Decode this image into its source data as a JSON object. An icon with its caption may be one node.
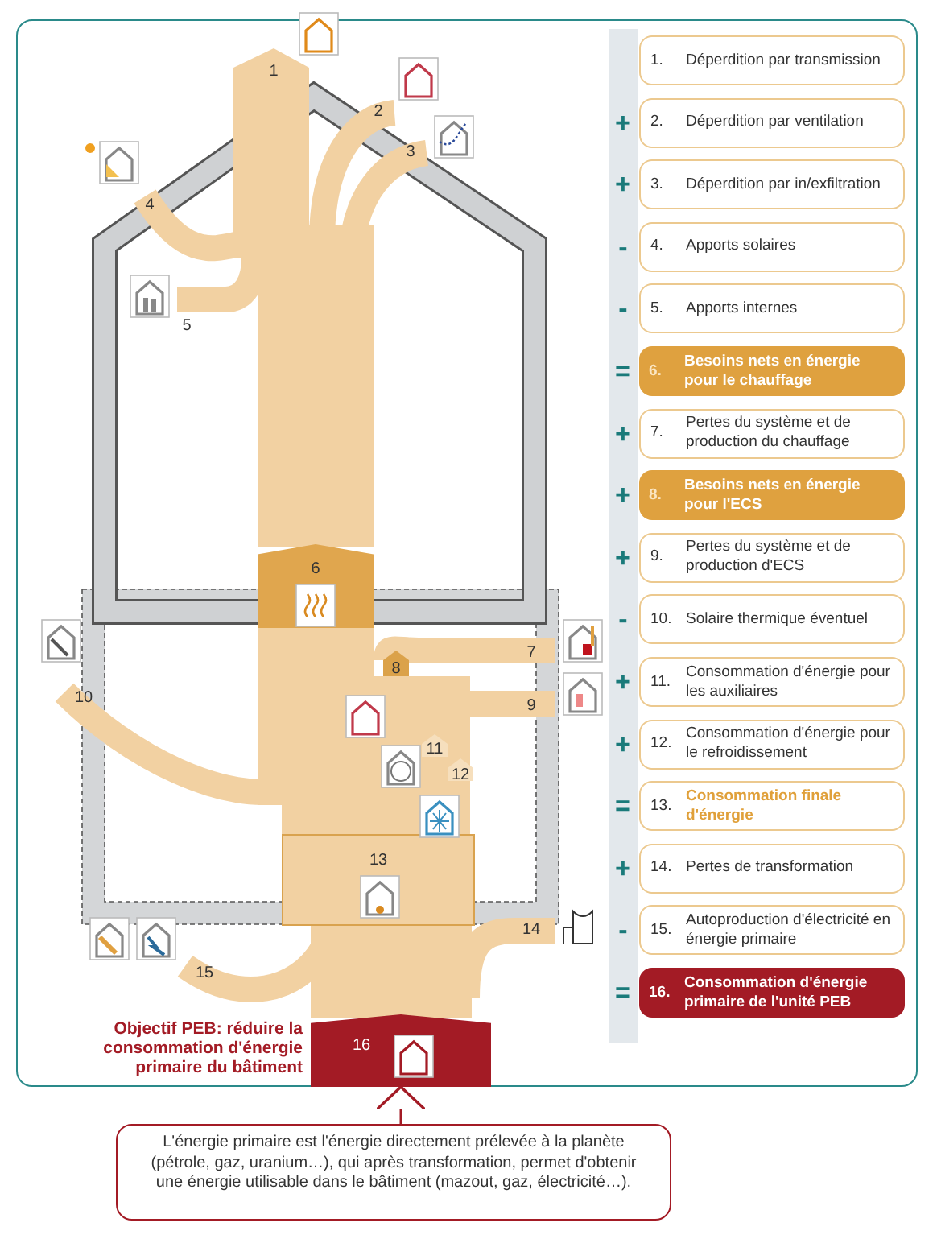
{
  "diagram": {
    "nodes": [
      {
        "text": [
          "1.",
          "Déperdition par transmission"
        ]
      },
      {
        "text": [
          "2.",
          "Déperdition par ventilation"
        ]
      },
      {
        "text": [
          "3.",
          "Déperdition par in/exfiltration"
        ]
      },
      {
        "text": [
          "4.",
          "Apports solaires"
        ]
      },
      {
        "text": [
          "5.",
          "Apports internes"
        ]
      },
      {
        "text": [
          "6.",
          "Besoins nets en énergie pour le chauffage"
        ]
      },
      {
        "text": [
          "7.",
          "Pertes du système et de production du chauffage"
        ]
      },
      {
        "text": [
          "8.",
          "Besoins nets en énergie pour l'ECS"
        ]
      },
      {
        "text": [
          "9.",
          "Pertes du système et de production d'ECS"
        ]
      },
      {
        "text": [
          "10.",
          "Solaire thermique éventuel"
        ]
      },
      {
        "text": [
          "11.",
          "Consommation d'énergie pour les auxiliaires"
        ]
      },
      {
        "text": [
          "12.",
          "Consommation d'énergie pour le refroidissement"
        ]
      },
      {
        "text": [
          "13.",
          "Consommation finale d'énergie"
        ]
      },
      {
        "text": [
          "14.",
          "Pertes de transformation"
        ]
      },
      {
        "text": [
          "15.",
          "Autoproduction d'électricité en énergie primaire"
        ]
      },
      {
        "text": [
          "16.",
          "Consommation d'énergie primaire de l'unité PEB"
        ]
      },
      {
        "text": [
          "6"
        ]
      },
      {
        "text": [
          "13"
        ]
      },
      {
        "text": [
          "16"
        ]
      },
      {
        "text": [
          "L'énergie primaire est l'énergie directement prélevée à la planète (pétrole, gaz, uranium…), qui après transformation, permet d'obtenir une énergie utilisable dans le bâtiment (mazout, gaz, électricité…)."
        ]
      }
    ],
    "edges": [
      {
        "from": 19,
        "to": 18,
        "arrow": "to"
      }
    ],
    "labels": [
      "1",
      "2",
      "3",
      "4",
      "5",
      "7",
      "8",
      "9",
      "10",
      "11",
      "12",
      "14",
      "15",
      "Objectif PEB: réduire la consommation d'énergie primaire du bâtiment",
      "+",
      "+",
      "-",
      "-",
      "=",
      "+",
      "+",
      "+",
      "-",
      "+",
      "+",
      "=",
      "+",
      "-",
      "="
    ]
  }
}
